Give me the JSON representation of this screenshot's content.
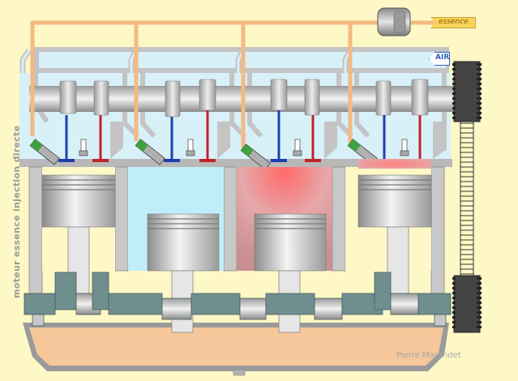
{
  "caption": {
    "side_text": "moteur essence   injection directe",
    "credit": "Pierre Marandet"
  },
  "labels": {
    "fuel": "essence",
    "air": "AIR"
  },
  "colors": {
    "background": "#fdf8c6",
    "fuel_line": "#f5b982",
    "air_duct": "#d8f0f8",
    "block_gray": "#c8c8c8",
    "intake_valve": "#1f3fb0",
    "exhaust_valve": "#c0242c",
    "injector_green": "#3fa23f",
    "oil_sump": "#f5c79a",
    "intake_chamber": "#bfeef8",
    "combustion_chamber": "#d9a6a8",
    "combustion_glow": "#f0c3c3"
  },
  "cylinders": [
    {
      "id": 1,
      "piston_level": 0.85,
      "chamber": "compression-top"
    },
    {
      "id": 2,
      "piston_level": 0.15,
      "chamber": "intake"
    },
    {
      "id": 3,
      "piston_level": 0.15,
      "chamber": "combustion"
    },
    {
      "id": 4,
      "piston_level": 0.85,
      "chamber": "exhaust-top"
    }
  ]
}
